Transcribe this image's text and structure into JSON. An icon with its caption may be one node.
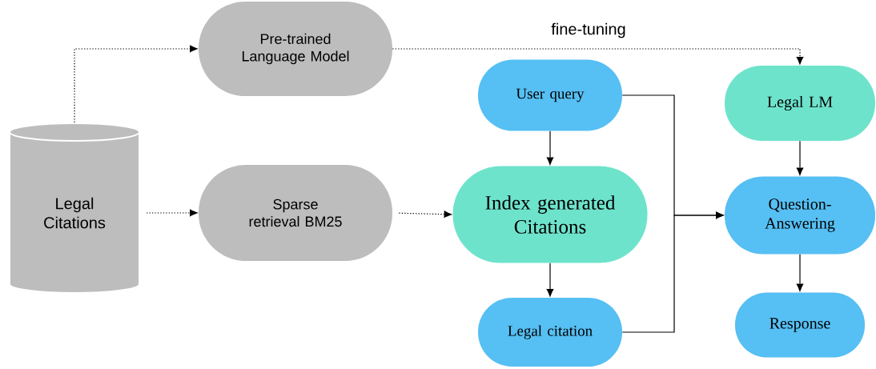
{
  "diagram": {
    "nodes": [
      {
        "text": [
          "Legal Citations"
        ]
      },
      {
        "text": [
          "Pre-trained Language Model"
        ]
      },
      {
        "text": [
          "Sparse retrieval BM25"
        ]
      },
      {
        "text": [
          "User query"
        ]
      },
      {
        "text": [
          "Index generated Citations"
        ]
      },
      {
        "text": [
          "Legal citation"
        ]
      },
      {
        "text": [
          "Legal LM"
        ]
      },
      {
        "text": [
          "Question-Answering"
        ]
      },
      {
        "text": [
          "Response"
        ]
      }
    ],
    "edges": [
      {
        "from": 0,
        "to": 1,
        "arrow": "to",
        "style": "dashed"
      },
      {
        "from": 0,
        "to": 2,
        "arrow": "to",
        "style": "dashed"
      },
      {
        "from": 2,
        "to": 4,
        "arrow": "to",
        "style": "dashed"
      },
      {
        "from": 1,
        "to": 6,
        "arrow": "to",
        "style": "dashed",
        "label": "fine-tuning"
      },
      {
        "from": 3,
        "to": 4,
        "arrow": "to"
      },
      {
        "from": 4,
        "to": 5,
        "arrow": "to"
      },
      {
        "from": 3,
        "to": 7,
        "arrow": "to"
      },
      {
        "from": 5,
        "to": 7,
        "arrow": "to"
      },
      {
        "from": 6,
        "to": 7,
        "arrow": "to"
      },
      {
        "from": 7,
        "to": 8,
        "arrow": "to"
      }
    ]
  }
}
